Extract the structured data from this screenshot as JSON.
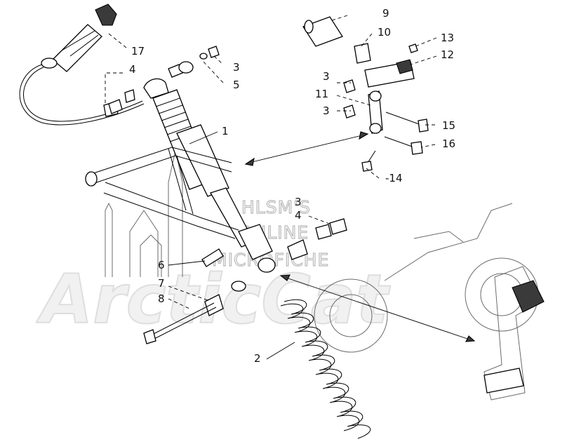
{
  "watermark": {
    "brand": "ArcticCat",
    "line1": "HLSM'S",
    "line2": "ONLINE",
    "line3": "MICROFICHE"
  },
  "callouts": [
    {
      "id": "c1",
      "label": "1"
    },
    {
      "id": "c2",
      "label": "2"
    },
    {
      "id": "c3a",
      "label": "3"
    },
    {
      "id": "c4a",
      "label": "4"
    },
    {
      "id": "c5",
      "label": "5"
    },
    {
      "id": "c3b",
      "label": "3"
    },
    {
      "id": "c11",
      "label": "11"
    },
    {
      "id": "c3c",
      "label": "3"
    },
    {
      "id": "c3d",
      "label": "3"
    },
    {
      "id": "c4b",
      "label": "4"
    },
    {
      "id": "c6",
      "label": "6"
    },
    {
      "id": "c7",
      "label": "7"
    },
    {
      "id": "c8",
      "label": "8"
    },
    {
      "id": "c9",
      "label": "9"
    },
    {
      "id": "c10",
      "label": "10"
    },
    {
      "id": "c12",
      "label": "12"
    },
    {
      "id": "c13",
      "label": "13"
    },
    {
      "id": "c14",
      "label": "-14"
    },
    {
      "id": "c15",
      "label": "15"
    },
    {
      "id": "c16",
      "label": "16"
    },
    {
      "id": "c17",
      "label": "17"
    }
  ]
}
